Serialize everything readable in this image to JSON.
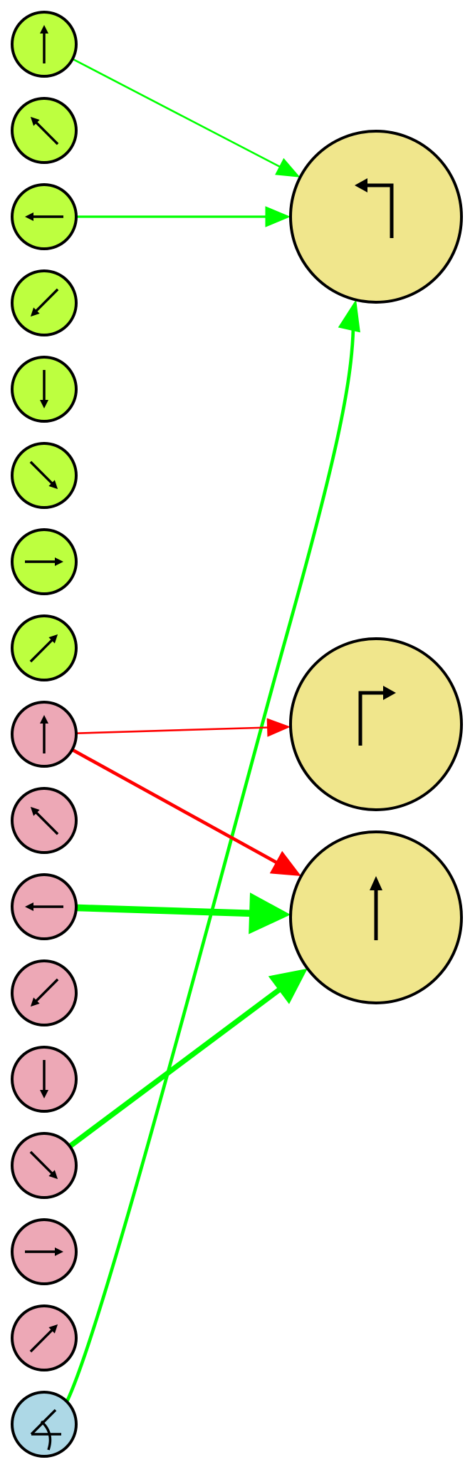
{
  "colors": {
    "input_yellow_green": "#bdff3f",
    "input_pink": "#eda8b6",
    "input_blue": "#add8e6",
    "output_khaki": "#f0e68c",
    "edge_green": "#00ff00",
    "edge_red": "#ff0000",
    "stroke": "#000000"
  },
  "inputs": [
    {
      "id": "g-up",
      "group": "green",
      "icon": "arrow-up-icon"
    },
    {
      "id": "g-up-left",
      "group": "green",
      "icon": "arrow-up-left-icon"
    },
    {
      "id": "g-left",
      "group": "green",
      "icon": "arrow-left-icon"
    },
    {
      "id": "g-down-left",
      "group": "green",
      "icon": "arrow-down-left-icon"
    },
    {
      "id": "g-down",
      "group": "green",
      "icon": "arrow-down-icon"
    },
    {
      "id": "g-down-right",
      "group": "green",
      "icon": "arrow-down-right-icon"
    },
    {
      "id": "g-right",
      "group": "green",
      "icon": "arrow-right-icon"
    },
    {
      "id": "g-up-right",
      "group": "green",
      "icon": "arrow-up-right-icon"
    },
    {
      "id": "p-up",
      "group": "pink",
      "icon": "arrow-up-icon"
    },
    {
      "id": "p-up-left",
      "group": "pink",
      "icon": "arrow-up-left-icon"
    },
    {
      "id": "p-left",
      "group": "pink",
      "icon": "arrow-left-icon"
    },
    {
      "id": "p-down-left",
      "group": "pink",
      "icon": "arrow-down-left-icon"
    },
    {
      "id": "p-down",
      "group": "pink",
      "icon": "arrow-down-icon"
    },
    {
      "id": "p-down-right",
      "group": "pink",
      "icon": "arrow-down-right-icon"
    },
    {
      "id": "p-right",
      "group": "pink",
      "icon": "arrow-right-icon"
    },
    {
      "id": "p-up-right",
      "group": "pink",
      "icon": "arrow-up-right-icon"
    },
    {
      "id": "b-angle",
      "group": "blue",
      "icon": "angle-icon"
    }
  ],
  "outputs": [
    {
      "id": "out-turn-left",
      "icon": "turn-left-icon"
    },
    {
      "id": "out-turn-right",
      "icon": "turn-right-icon"
    },
    {
      "id": "out-straight",
      "icon": "straight-up-icon"
    }
  ],
  "edges": [
    {
      "from": "g-up",
      "to": "out-turn-left",
      "color": "edge_green",
      "weight": 1
    },
    {
      "from": "g-left",
      "to": "out-turn-left",
      "color": "edge_green",
      "weight": 1.5
    },
    {
      "from": "b-angle",
      "to": "out-turn-left",
      "color": "edge_green",
      "weight": 2.5
    },
    {
      "from": "p-up",
      "to": "out-turn-right",
      "color": "edge_red",
      "weight": 1
    },
    {
      "from": "p-up",
      "to": "out-straight",
      "color": "edge_red",
      "weight": 2.5
    },
    {
      "from": "p-left",
      "to": "out-straight",
      "color": "edge_green",
      "weight": 6
    },
    {
      "from": "p-down-right",
      "to": "out-straight",
      "color": "edge_green",
      "weight": 4.5
    }
  ]
}
